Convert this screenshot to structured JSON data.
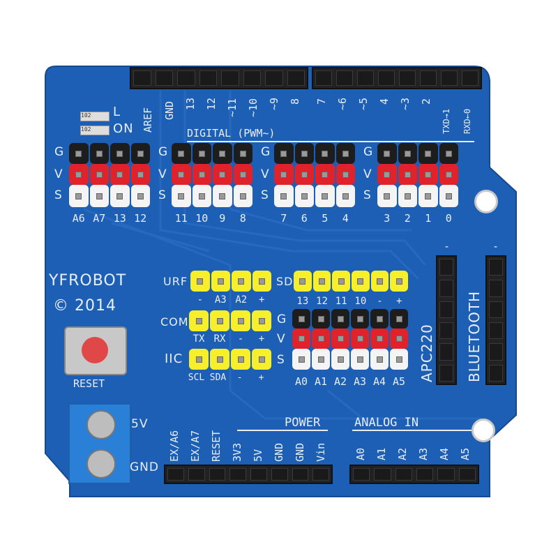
{
  "brand": {
    "name": "YFROBOT",
    "copyright": "© 2014"
  },
  "leds": [
    {
      "label": "L",
      "code": "102"
    },
    {
      "label": "ON",
      "code": "102"
    }
  ],
  "top_header_left": [
    "AREF",
    "GND",
    "13",
    "12",
    "~11",
    "~10",
    "~9",
    "8"
  ],
  "top_header_right": [
    "7",
    "~6",
    "~5",
    "4",
    "~3",
    "2",
    "TXD→1",
    "RXD←0"
  ],
  "digital_title": "DIGITAL (PWM~)",
  "gvs": {
    "g": "G",
    "v": "V",
    "s": "S"
  },
  "gvs_groups": [
    [
      "A6",
      "A7",
      "13",
      "12"
    ],
    [
      "11",
      "10",
      "9",
      "8"
    ],
    [
      "7",
      "6",
      "5",
      "4"
    ],
    [
      "3",
      "2",
      "1",
      "0"
    ]
  ],
  "urf": {
    "label": "URF",
    "pins": [
      "-",
      "A3",
      "A2",
      "+"
    ]
  },
  "sd": {
    "label": "SD",
    "pins": [
      "13",
      "12",
      "11",
      "10",
      "-",
      "+"
    ]
  },
  "com": {
    "label": "COM",
    "pins": [
      "TX",
      "RX",
      "-",
      "+"
    ]
  },
  "iic": {
    "label": "IIC",
    "pins": [
      "SCL",
      "SDA",
      "-",
      "+"
    ]
  },
  "analog_gvs": [
    "A0",
    "A1",
    "A2",
    "A3",
    "A4",
    "A5"
  ],
  "apc220": {
    "label": "APC220",
    "mark": "-"
  },
  "bluetooth": {
    "label": "BLUETOOTH",
    "mark": "-"
  },
  "reset_label": "RESET",
  "terminal": {
    "v5": "5V",
    "gnd": "GND"
  },
  "power": {
    "title": "POWER",
    "pins": [
      "EX/A6",
      "EX/A7",
      "RESET",
      "3V3",
      "5V",
      "GND",
      "GND",
      "Vin"
    ]
  },
  "analog_in": {
    "title": "ANALOG IN",
    "pins": [
      "A0",
      "A1",
      "A2",
      "A3",
      "A4",
      "A5"
    ]
  },
  "colors": {
    "board": "#1d5fb4",
    "ground": "#1d1d1d",
    "vcc": "#e0232a",
    "signal": "#f4f4f4",
    "yellow": "#f7ef2a"
  }
}
